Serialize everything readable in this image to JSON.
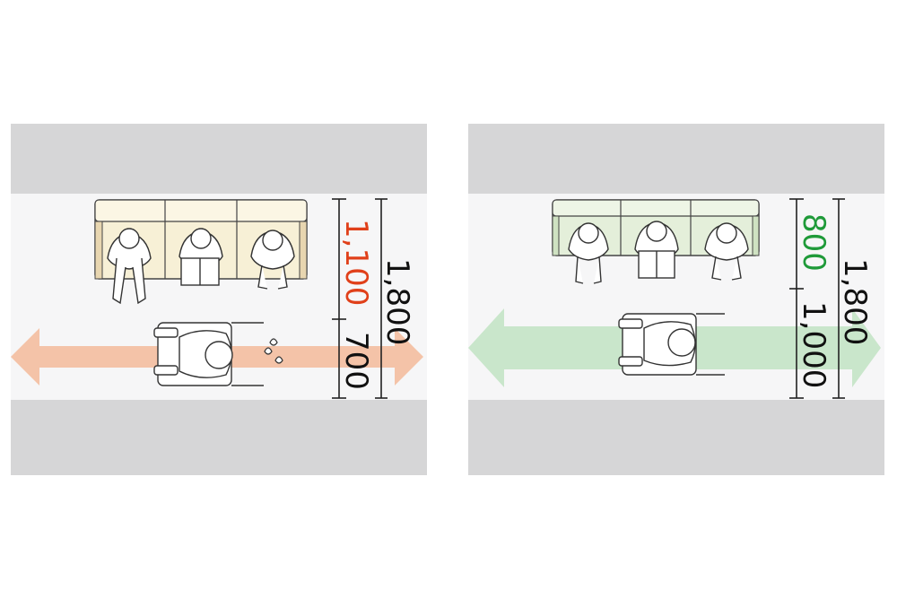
{
  "colors": {
    "wall": "#d6d6d7",
    "corridor": "#f6f6f7",
    "line": "#222222",
    "arrow_narrow": "#f4c3a8",
    "sofa_narrow": "#f7f0d6",
    "arrow_wide": "#c9e6cb",
    "sofa_wide": "#e4efda",
    "accent_narrow": "#e0401a",
    "accent_wide": "#1f9a39"
  },
  "panels": [
    {
      "id": "narrow",
      "seat_depth_label": "1,100",
      "passage_label": "700",
      "total_label": "1,800"
    },
    {
      "id": "wide",
      "seat_depth_label": "800",
      "passage_label": "1,000",
      "total_label": "1,800"
    }
  ]
}
